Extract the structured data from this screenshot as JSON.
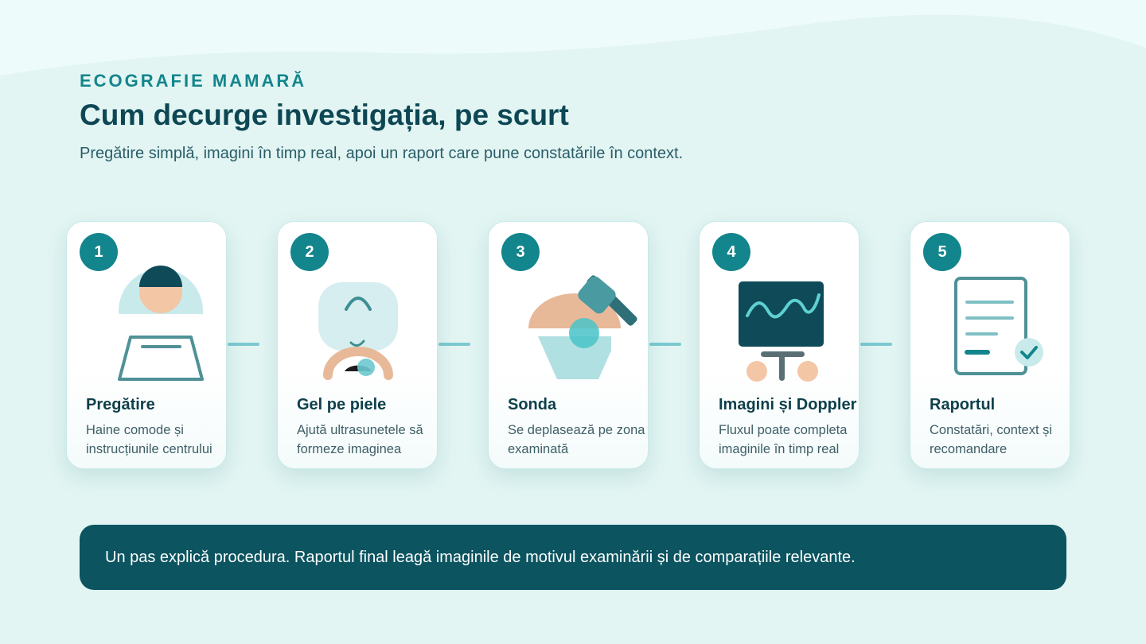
{
  "header": {
    "eyebrow": "ECOGRAFIE MAMARĂ",
    "title": "Cum decurge investigația, pe scurt",
    "subtitle": "Pregătire simplă, imagini în timp real, apoi un raport care pune constatările în context."
  },
  "steps": [
    {
      "number": "1",
      "title": "Pregătire",
      "description": "Haine comode și instrucțiunile centrului",
      "icon": "patient-preparation-icon"
    },
    {
      "number": "2",
      "title": "Gel pe piele",
      "description": "Ajută ultrasunetele să formeze imaginea",
      "icon": "gel-application-icon"
    },
    {
      "number": "3",
      "title": "Sonda",
      "description": "Se deplasează pe zona examinată",
      "icon": "ultrasound-probe-icon"
    },
    {
      "number": "4",
      "title": "Imagini și Doppler",
      "description": "Fluxul poate completa imaginile în timp real",
      "icon": "doppler-monitor-icon"
    },
    {
      "number": "5",
      "title": "Raportul",
      "description": "Constatări, context și recomandare",
      "icon": "report-document-icon"
    }
  ],
  "footer": {
    "text": "Un pas explică procedura. Raportul final leagă imaginile de motivul examinării și de comparațiile relevante."
  },
  "colors": {
    "background": "#e2f5f3",
    "accent": "#13858c",
    "dark": "#0b5460",
    "skin": "#f3c6a6",
    "light_teal": "#c9eaea"
  }
}
